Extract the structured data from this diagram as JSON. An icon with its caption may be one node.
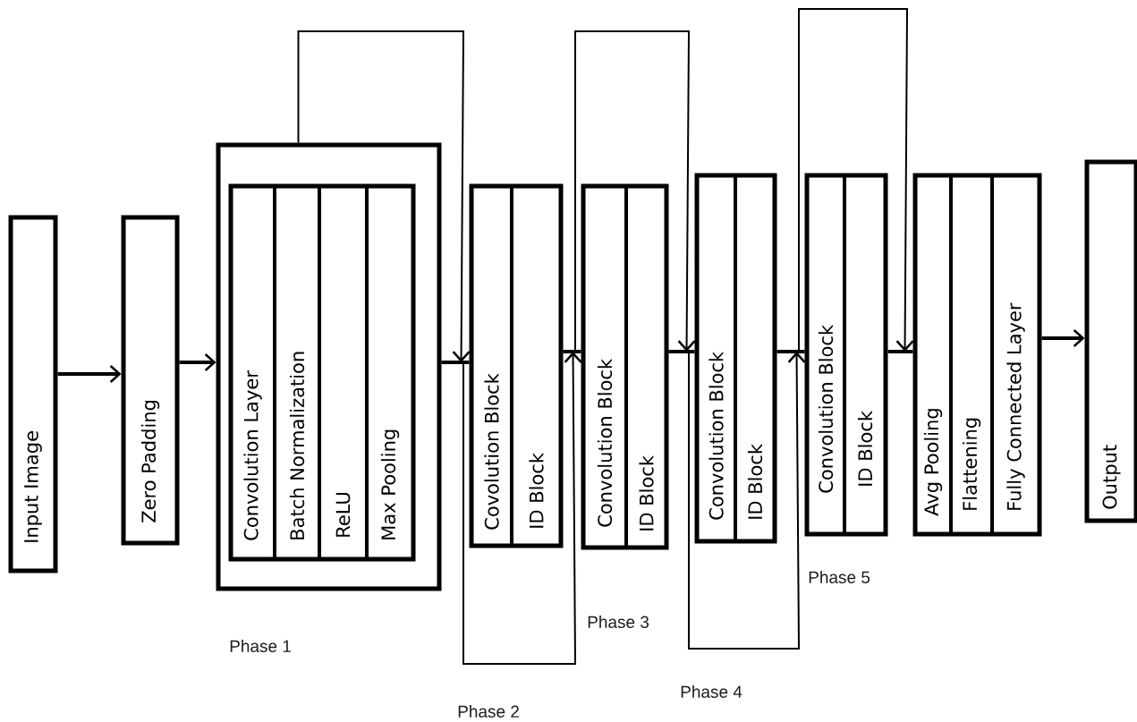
{
  "diagram": {
    "nodes": [
      {
        "text": [
          "Input Image"
        ]
      },
      {
        "text": [
          "Zero Padding"
        ]
      },
      {
        "text": [],
        "shape": "box"
      },
      {
        "text": [],
        "shape": "box",
        "in": 2
      },
      {
        "text": [
          "Convolution Layer"
        ],
        "in": 3
      },
      {
        "text": [
          "Batch Normalization"
        ],
        "in": 3
      },
      {
        "text": [
          "ReLU"
        ],
        "in": 3
      },
      {
        "text": [
          "Max Pooling"
        ],
        "in": 3
      },
      {
        "text": [],
        "shape": "box"
      },
      {
        "text": [
          "Covolution Block"
        ],
        "in": 8
      },
      {
        "text": [
          "ID Block"
        ],
        "in": 8
      },
      {
        "text": [],
        "shape": "box"
      },
      {
        "text": [
          "Convolution Block"
        ],
        "in": 11
      },
      {
        "text": [
          "ID Block"
        ],
        "in": 11
      },
      {
        "text": [],
        "shape": "box"
      },
      {
        "text": [
          "Convolution Block"
        ],
        "in": 14
      },
      {
        "text": [
          "ID Block"
        ],
        "in": 14
      },
      {
        "text": [],
        "shape": "box"
      },
      {
        "text": [
          "Convolution Block"
        ],
        "in": 17
      },
      {
        "text": [
          "ID Block"
        ],
        "in": 17
      },
      {
        "text": [],
        "shape": "box"
      },
      {
        "text": [
          "Avg Pooling"
        ],
        "in": 20
      },
      {
        "text": [
          "Flattening"
        ],
        "in": 20
      },
      {
        "text": [
          "Fully Connected Layer"
        ],
        "in": 20
      },
      {
        "text": [
          "Output"
        ]
      }
    ],
    "edges": [
      {
        "from": 0,
        "to": 1,
        "arrow": "to"
      },
      {
        "from": 1,
        "to": 2,
        "arrow": "to"
      },
      {
        "from": 2,
        "to": 8,
        "arrow": "none"
      },
      {
        "from": 2,
        "to": 8,
        "arrow": "to"
      },
      {
        "from": 8,
        "to": 11,
        "arrow": "none"
      },
      {
        "from": 2,
        "to": 11,
        "arrow": "to"
      },
      {
        "from": 11,
        "to": 14,
        "arrow": "none"
      },
      {
        "from": 8,
        "to": 14,
        "arrow": "to"
      },
      {
        "from": 14,
        "to": 17,
        "arrow": "none"
      },
      {
        "from": 11,
        "to": 17,
        "arrow": "to"
      },
      {
        "from": 17,
        "to": 20,
        "arrow": "none"
      },
      {
        "from": 14,
        "to": 20,
        "arrow": "to"
      },
      {
        "from": 20,
        "to": 24,
        "arrow": "to"
      }
    ],
    "labels": [
      "Phase 5",
      "Phase 3",
      "Phase 1",
      "Phase 4",
      "Phase 2"
    ]
  }
}
